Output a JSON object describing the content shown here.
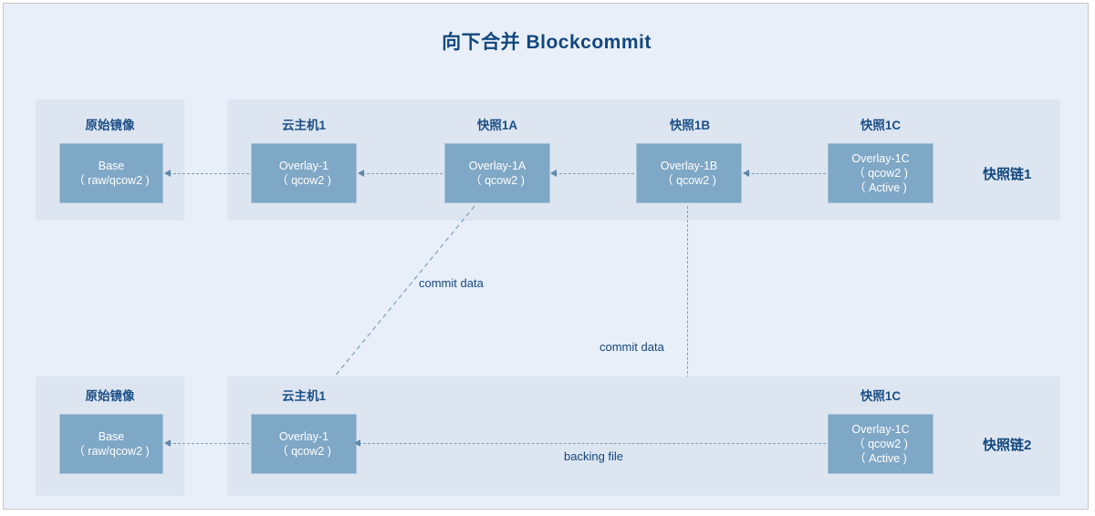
{
  "title": "向下合并 Blockcommit",
  "colors": {
    "canvas_bg": "#e9eff8",
    "panel_bg": "#dde5f1",
    "node_fill": "#7fa7c6",
    "node_border": "#a8c4da",
    "title_color": "#12477e",
    "label_color": "#1c4f86",
    "edge_color": "#7d9fbe",
    "canvas_border": "#c6c6c6"
  },
  "chains": [
    {
      "name": "快照链1",
      "groups": [
        {
          "label": "原始镜像",
          "node": {
            "lines": [
              "Base",
              "（ raw/qcow2 )"
            ]
          }
        },
        {
          "label": "云主机1",
          "node": {
            "lines": [
              "Overlay-1",
              "（ qcow2 )"
            ]
          }
        },
        {
          "label": "快照1A",
          "node": {
            "lines": [
              "Overlay-1A",
              "（ qcow2 )"
            ]
          }
        },
        {
          "label": "快照1B",
          "node": {
            "lines": [
              "Overlay-1B",
              "（ qcow2 )"
            ]
          }
        },
        {
          "label": "快照1C",
          "node": {
            "lines": [
              "Overlay-1C",
              "（ qcow2 )",
              "（ Active )"
            ]
          }
        }
      ]
    },
    {
      "name": "快照链2",
      "groups": [
        {
          "label": "原始镜像",
          "node": {
            "lines": [
              "Base",
              "（ raw/qcow2 )"
            ]
          }
        },
        {
          "label": "云主机1",
          "node": {
            "lines": [
              "Overlay-1",
              "（ qcow2 )"
            ]
          }
        },
        {
          "label": "快照1C",
          "node": {
            "lines": [
              "Overlay-1C",
              "（ qcow2 )",
              "（ Active )"
            ]
          }
        }
      ]
    }
  ],
  "edge_labels": {
    "commit_data_a": "commit data",
    "commit_data_b": "commit data",
    "backing_file": "backing file"
  }
}
